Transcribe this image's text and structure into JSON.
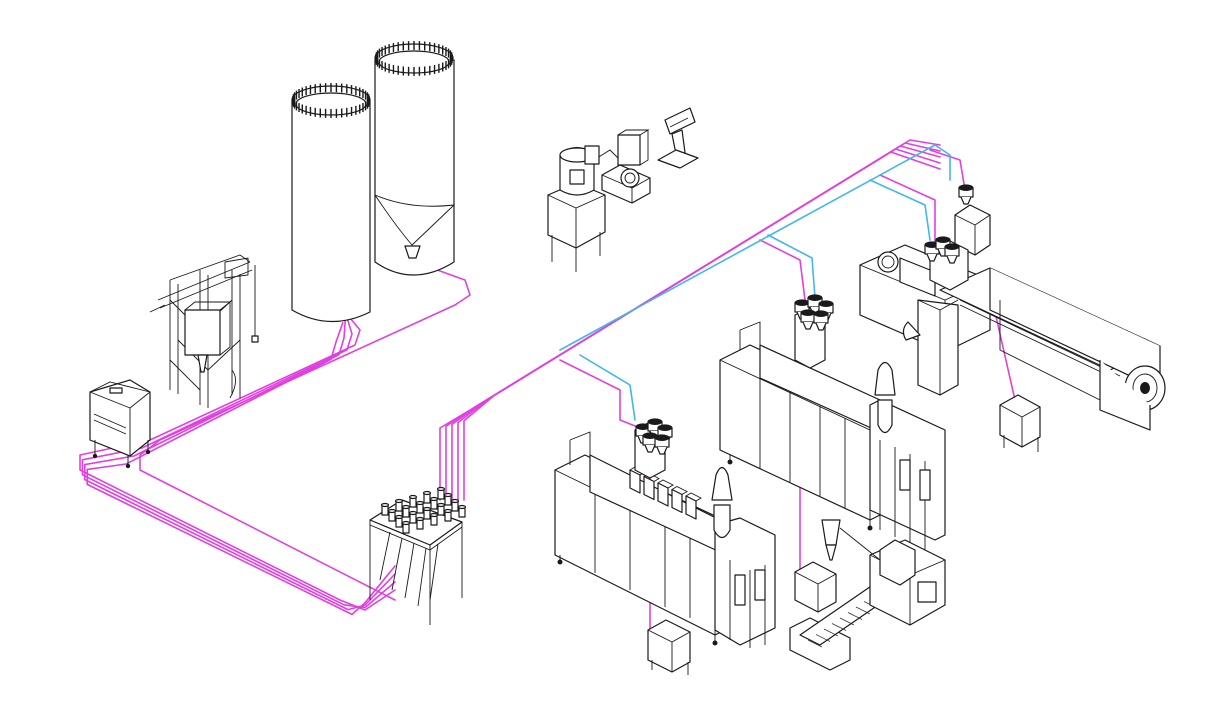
{
  "diagram": {
    "type": "isometric plant layout drawing",
    "text_labels": [],
    "colors": {
      "material_line": "#e040e0",
      "vacuum_line": "#40b8e8",
      "ink": "#1a1a1a",
      "background": "#ffffff"
    },
    "equipment": [
      {
        "id": "silo-left",
        "kind": "storage-silo"
      },
      {
        "id": "silo-right",
        "kind": "storage-silo-with-cone"
      },
      {
        "id": "bag-station",
        "kind": "bulk-bag-unloading-frame"
      },
      {
        "id": "left-feed-box",
        "kind": "material-feed-box"
      },
      {
        "id": "distribution-station",
        "kind": "material-distribution-manifold"
      },
      {
        "id": "dryer-unit",
        "kind": "dehumidifying-dryer"
      },
      {
        "id": "vacuum-pump",
        "kind": "vacuum-pump-blower"
      },
      {
        "id": "control-panel",
        "kind": "central-control-panel"
      },
      {
        "id": "machine-front",
        "kind": "injection-molding-machine"
      },
      {
        "id": "machine-middle",
        "kind": "injection-molding-machine"
      },
      {
        "id": "extruder-line",
        "kind": "extrusion-line"
      },
      {
        "id": "conveyor-unit",
        "kind": "granulator-conveyor"
      },
      {
        "id": "box-front",
        "kind": "material-feed-box"
      },
      {
        "id": "box-conveyor",
        "kind": "material-feed-box"
      },
      {
        "id": "box-extruder",
        "kind": "material-feed-box"
      }
    ],
    "pipe_bundles": [
      {
        "id": "silo-to-distribution",
        "color": "material_line",
        "lines": 4
      },
      {
        "id": "distribution-to-machines",
        "color": "material_line",
        "lines": 5
      },
      {
        "id": "vacuum-header",
        "color": "vacuum_line",
        "lines": 1
      }
    ]
  }
}
